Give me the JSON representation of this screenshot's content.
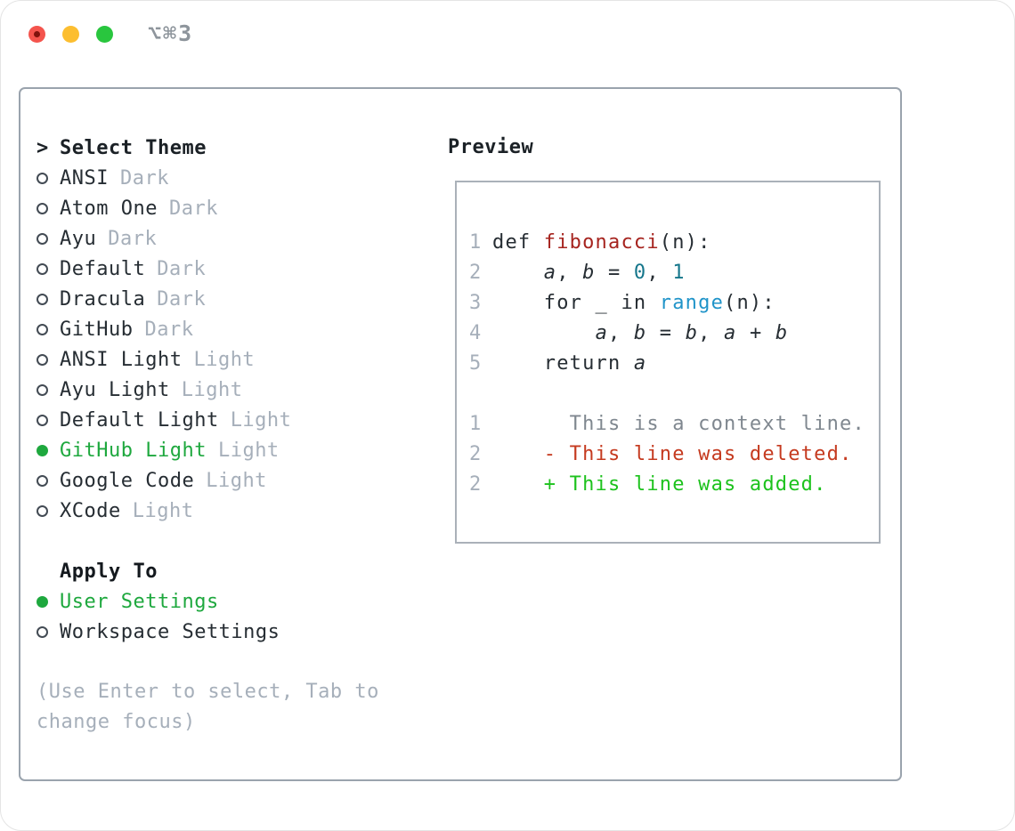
{
  "window": {
    "title": "⌥⌘3",
    "traffic_lights": [
      {
        "name": "close"
      },
      {
        "name": "minimize"
      },
      {
        "name": "zoom"
      }
    ]
  },
  "theme_selector": {
    "header": {
      "marker": ">",
      "label": "Select Theme"
    },
    "themes": [
      {
        "name": "ANSI",
        "variant": "Dark",
        "selected": false
      },
      {
        "name": "Atom One",
        "variant": "Dark",
        "selected": false
      },
      {
        "name": "Ayu",
        "variant": "Dark",
        "selected": false
      },
      {
        "name": "Default",
        "variant": "Dark",
        "selected": false
      },
      {
        "name": "Dracula",
        "variant": "Dark",
        "selected": false
      },
      {
        "name": "GitHub",
        "variant": "Dark",
        "selected": false
      },
      {
        "name": "ANSI Light",
        "variant": "Light",
        "selected": false
      },
      {
        "name": "Ayu Light",
        "variant": "Light",
        "selected": false
      },
      {
        "name": "Default Light",
        "variant": "Light",
        "selected": false
      },
      {
        "name": "GitHub Light",
        "variant": "Light",
        "selected": true
      },
      {
        "name": "Google Code",
        "variant": "Light",
        "selected": false
      },
      {
        "name": "XCode",
        "variant": "Light",
        "selected": false
      }
    ],
    "apply_to": {
      "label": "Apply To",
      "options": [
        {
          "label": "User Settings",
          "selected": true
        },
        {
          "label": "Workspace Settings",
          "selected": false
        }
      ]
    },
    "help_lines": [
      "(Use Enter to select, Tab to",
      "change focus)"
    ]
  },
  "preview": {
    "title": "Preview",
    "code_lines": [
      {
        "num": "1",
        "segments": [
          {
            "t": "def ",
            "s": "plain"
          },
          {
            "t": "fibonacci",
            "s": "func"
          },
          {
            "t": "(n):",
            "s": "plain"
          }
        ]
      },
      {
        "num": "2",
        "segments": [
          {
            "t": "    ",
            "s": "plain"
          },
          {
            "t": "a",
            "s": "var"
          },
          {
            "t": ", ",
            "s": "plain"
          },
          {
            "t": "b",
            "s": "var"
          },
          {
            "t": " = ",
            "s": "plain"
          },
          {
            "t": "0",
            "s": "num"
          },
          {
            "t": ", ",
            "s": "plain"
          },
          {
            "t": "1",
            "s": "num"
          }
        ]
      },
      {
        "num": "3",
        "segments": [
          {
            "t": "    for _ in ",
            "s": "plain"
          },
          {
            "t": "range",
            "s": "builtin"
          },
          {
            "t": "(n):",
            "s": "plain"
          }
        ]
      },
      {
        "num": "4",
        "segments": [
          {
            "t": "        ",
            "s": "plain"
          },
          {
            "t": "a",
            "s": "var"
          },
          {
            "t": ", ",
            "s": "plain"
          },
          {
            "t": "b",
            "s": "var"
          },
          {
            "t": " = ",
            "s": "plain"
          },
          {
            "t": "b",
            "s": "var"
          },
          {
            "t": ", ",
            "s": "plain"
          },
          {
            "t": "a",
            "s": "var"
          },
          {
            "t": " + ",
            "s": "plain"
          },
          {
            "t": "b",
            "s": "var"
          }
        ]
      },
      {
        "num": "5",
        "segments": [
          {
            "t": "    return ",
            "s": "plain"
          },
          {
            "t": "a",
            "s": "var"
          }
        ]
      }
    ],
    "diff_lines": [
      {
        "num": "1",
        "segments": [
          {
            "t": "      This is a context line.",
            "s": "context"
          }
        ]
      },
      {
        "num": "2",
        "segments": [
          {
            "t": "    - This line was deleted.",
            "s": "deleted"
          }
        ]
      },
      {
        "num": "2",
        "segments": [
          {
            "t": "    + This line was added.",
            "s": "added"
          }
        ]
      }
    ]
  },
  "colors": {
    "accent_green": "#1ea83e",
    "diff_red": "#c53a1f",
    "diff_green": "#1dc21d",
    "func_red": "#a6241f",
    "num_teal": "#15768b",
    "builtin_blue": "#2094c9",
    "text": "#262d33",
    "muted": "#a6afba",
    "context": "#7f878f",
    "ln": "#a6afba",
    "panel_border": "#9aa3ad",
    "preview_border": "#aab1b9",
    "title_gray": "#8e959c",
    "tl_red": "#f4544d",
    "tl_red_dot": "#7f120c",
    "tl_yellow": "#fcbe30",
    "tl_green": "#29c63e"
  }
}
